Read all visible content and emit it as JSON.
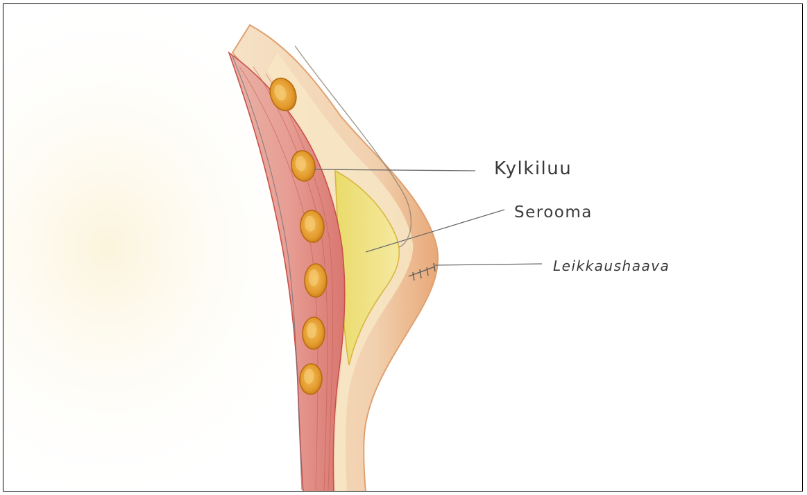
{
  "labels": {
    "rib": "Kylkiluu",
    "seroma": "Serooma",
    "incision": "Leikkaushaava"
  },
  "colors": {
    "muscle": "#e8a6a0",
    "muscle_line": "#c9504a",
    "skin": "#f2d9b8",
    "skin_edge": "#e0a070",
    "fat": "#f7e6c4",
    "seroma": "#efe07a",
    "seroma_edge": "#d9b640",
    "rib": "#e8a030",
    "rib_edge": "#b86a10",
    "background_tint": "#fbf3d8",
    "text": "#3a3a3a"
  },
  "icons": {
    "rib": "rib-cross-section",
    "seroma": "seroma-pocket",
    "incision": "stitched-incision"
  },
  "counts": {
    "ribs": 6
  }
}
